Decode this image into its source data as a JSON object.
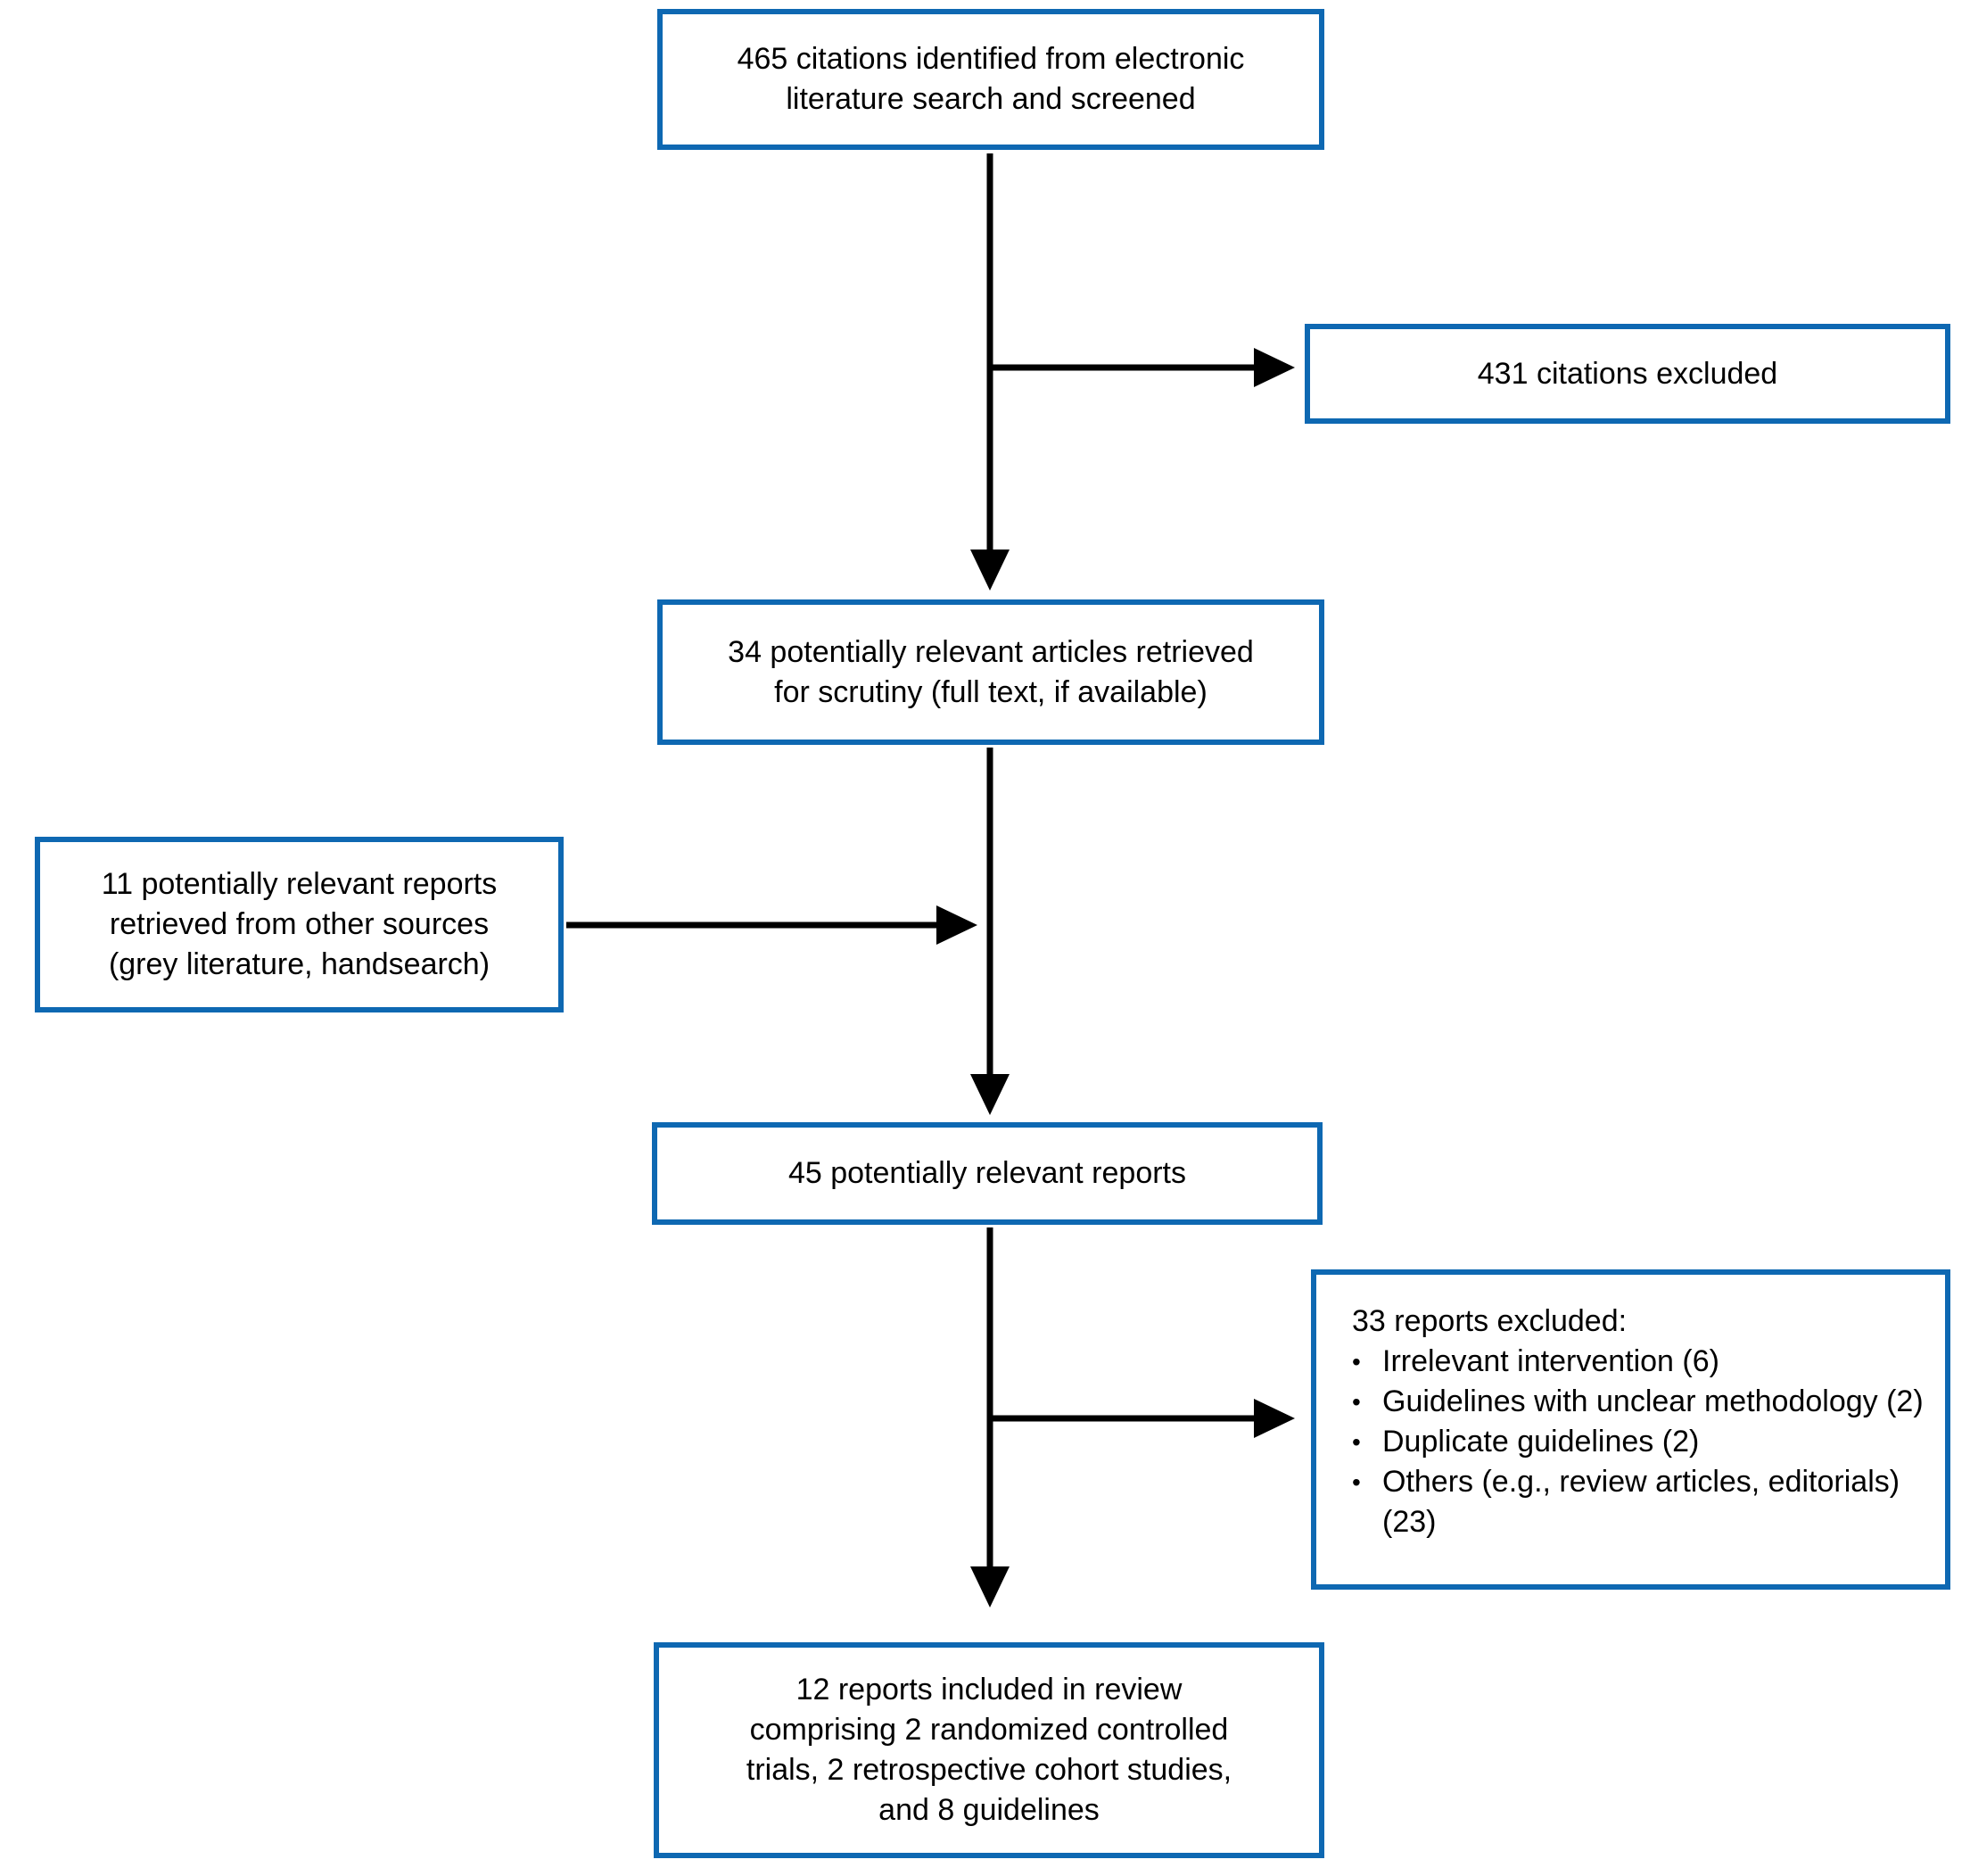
{
  "figure": {
    "type": "flow-diagram",
    "accent_color": "#0E68B2",
    "arrow_color": "#000000",
    "boxes": {
      "identified": {
        "text": "465 citations identified from electronic\nliterature search and screened"
      },
      "excluded_citations": {
        "text": "431 citations excluded"
      },
      "retrieved": {
        "text": "34 potentially relevant articles retrieved\nfor scrutiny (full text, if available)"
      },
      "other_sources": {
        "text": "11 potentially relevant reports\nretrieved from other sources\n(grey literature, handsearch)"
      },
      "relevant_reports": {
        "text": "45 potentially relevant reports"
      },
      "excluded_reports": {
        "title": "33 reports excluded:",
        "bullets": [
          "Irrelevant intervention (6)",
          "Guidelines with unclear methodology (2)",
          "Duplicate guidelines (2)",
          "Others (e.g., review articles, editorials) (23)"
        ]
      },
      "included": {
        "text": "12 reports included in review\ncomprising 2 randomized controlled\ntrials, 2 retrospective cohort studies,\nand 8 guidelines"
      }
    },
    "edges": [
      {
        "from": "identified",
        "to": "retrieved"
      },
      {
        "from": "identified",
        "to": "excluded_citations"
      },
      {
        "from": "retrieved",
        "to": "relevant_reports"
      },
      {
        "from": "other_sources",
        "to": "relevant_reports"
      },
      {
        "from": "relevant_reports",
        "to": "included"
      },
      {
        "from": "relevant_reports",
        "to": "excluded_reports"
      }
    ]
  }
}
